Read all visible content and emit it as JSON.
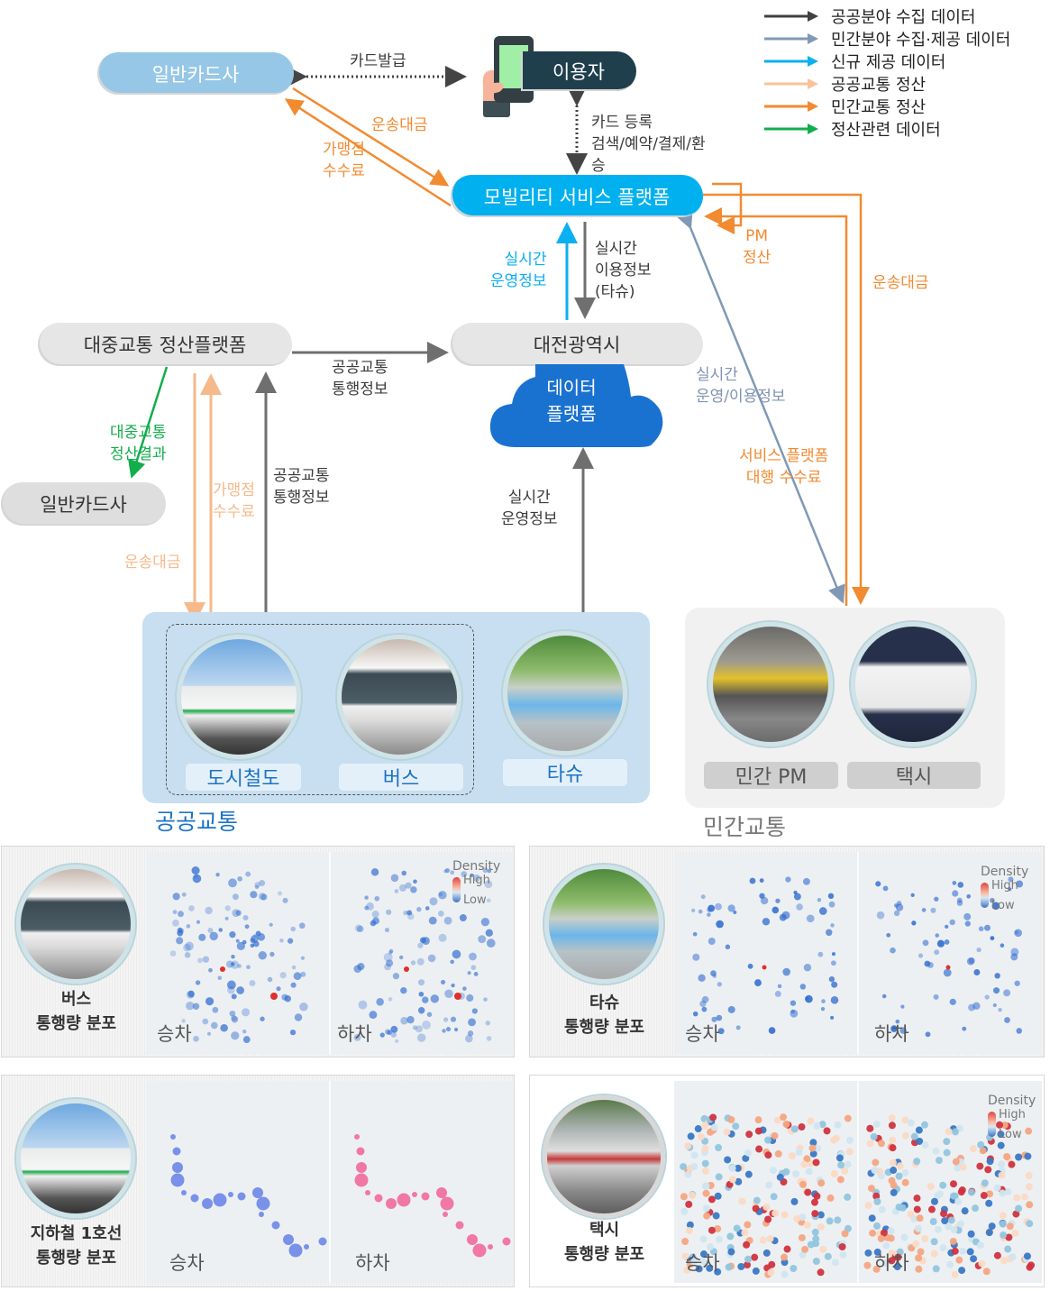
{
  "legend": [
    {
      "label": "공공분야 수집 데이터",
      "color": "#404040"
    },
    {
      "label": "민간분야 수집·제공 데이터",
      "color": "#8098b6"
    },
    {
      "label": "신규 제공 데이터",
      "color": "#0ab0f0"
    },
    {
      "label": "공공교통 정산",
      "color": "#f7c49a"
    },
    {
      "label": "민간교통 정산",
      "color": "#f28a30"
    },
    {
      "label": "정산관련 데이터",
      "color": "#13ad4c"
    }
  ],
  "nodes": {
    "card_company_top": "일반카드사",
    "user": "이용자",
    "mobility_platform": "모빌리티 서비스 플랫폼",
    "transit_settlement": "대중교통 정산플랫폼",
    "daejeon_city": "대전광역시",
    "data_platform": "데이터\n플랫폼",
    "card_company_bottom": "일반카드사"
  },
  "edge_labels": {
    "card_issue": "카드발급",
    "fare_top": "운송대금",
    "merchant_fee_top": "가맹점\n수수료",
    "user_actions": "카드 등록\n검색/예약/결제/환\n승",
    "realtime_ops_blue": "실시간\n운영정보",
    "realtime_usage_tashu": "실시간\n이용정보\n(타슈)",
    "pm_settlement": "PM\n정산",
    "fare_right": "운송대금",
    "realtime_ops_usage": "실시간\n운영/이용정보",
    "service_fee": "서비스 플랫폼\n대행 수수료",
    "public_transit_info_h": "공공교통\n통행정보",
    "settlement_result": "대중교통\n정산결과",
    "merchant_fee_left": "가맹점\n수수료",
    "fare_left": "운송대금",
    "public_transit_info_v": "공공교통\n통행정보",
    "realtime_ops_gray": "실시간\n운영정보"
  },
  "public_transport": {
    "title": "공공교통",
    "items": [
      "도시철도",
      "버스",
      "타슈"
    ]
  },
  "private_transport": {
    "title": "민간교통",
    "items": [
      "민간 PM",
      "택시"
    ]
  },
  "panels": [
    {
      "title": "버스\n통행량 분포",
      "left_label": "승차",
      "right_label": "하차",
      "legend": {
        "title": "Density",
        "high": "High",
        "low": "Low"
      }
    },
    {
      "title": "타슈\n통행량 분포",
      "left_label": "승차",
      "right_label": "하차",
      "legend": {
        "title": "Density",
        "high": "High",
        "low": "Low"
      }
    },
    {
      "title": "지하철 1호선\n통행량 분포",
      "left_label": "승차",
      "right_label": "하차"
    },
    {
      "title": "택시\n통행량 분포",
      "left_label": "승차",
      "right_label": "하차",
      "legend": {
        "title": "Density",
        "high": "High",
        "low": "Low"
      }
    }
  ]
}
